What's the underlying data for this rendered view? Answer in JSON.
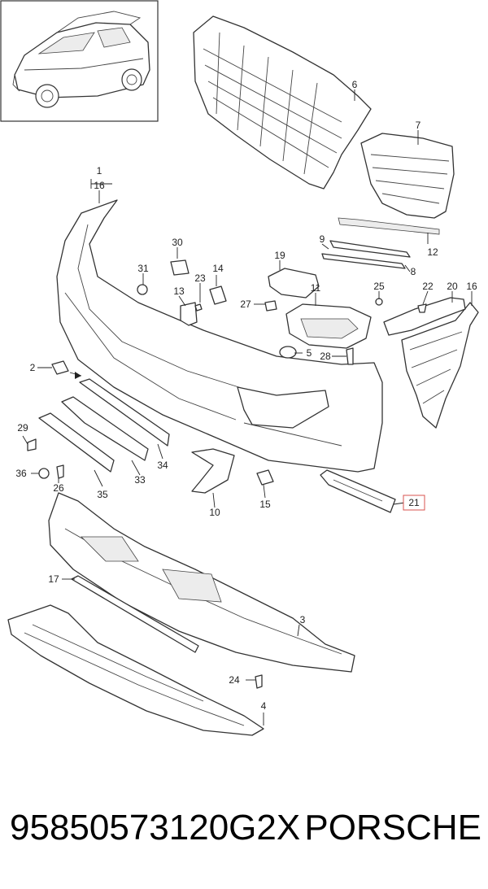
{
  "callouts": {
    "c1": "1",
    "c2": "2",
    "c3": "3",
    "c4": "4",
    "c5": "5",
    "c6": "6",
    "c7": "7",
    "c8": "8",
    "c9": "9",
    "c10": "10",
    "c11": "11",
    "c12": "12",
    "c13": "13",
    "c14": "14",
    "c15": "15",
    "c16a": "16",
    "c16b": "16",
    "c17": "17",
    "c19": "19",
    "c20": "20",
    "c21": "21",
    "c22": "22",
    "c23": "23",
    "c24": "24",
    "c25": "25",
    "c26": "26",
    "c27": "27",
    "c28": "28",
    "c29": "29",
    "c30": "30",
    "c31": "31",
    "c33": "33",
    "c34": "34",
    "c35": "35",
    "c36": "36"
  },
  "highlight_color": "#d9534f",
  "footer": {
    "part_number": "95850573120G2X",
    "brand": "PORSCHE"
  }
}
